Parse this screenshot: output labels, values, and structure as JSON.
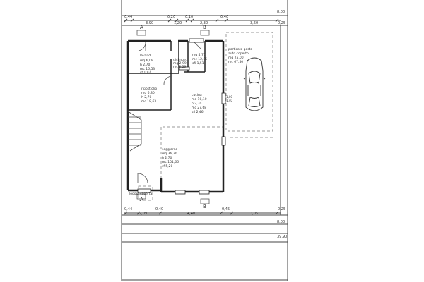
{
  "dims": {
    "top": {
      "a": "0,44",
      "b": "3,90",
      "c": "0,20",
      "d": "1,20",
      "e": "0,10",
      "f": "2,30",
      "g": "0,40",
      "h": "3,60",
      "i": "0,25",
      "end": "8,00"
    },
    "bottom": {
      "a": "0,44",
      "b": "2,09",
      "c": "0,40",
      "d": "4,40",
      "e": "0,45",
      "f": "3,05",
      "g": "0,25",
      "end": "8,00"
    },
    "bottom_total": "39,90"
  },
  "sections": {
    "a": "A",
    "b": "B"
  },
  "rooms": {
    "lavanderia": {
      "name": "lavand.",
      "l1": "mq  6,09",
      "l2": "h  2,70",
      "l3": "mc  16,53",
      "l4": "sf  1,92"
    },
    "ripostiglio": {
      "name": "ripostiglio",
      "l1": "mq  6,80",
      "l2": "h  2,70",
      "l3": "mc  18,63"
    },
    "disimpegno": {
      "name": "disimpe.",
      "l1": "mq  2,99",
      "l2": "mc  8,29"
    },
    "bagno": {
      "name": "mq  4,76",
      "l1": "mc  12,85",
      "l2": "sfi  1,51"
    },
    "cucina": {
      "name": "cucina",
      "l1": "mq  10,10",
      "l2": "h  2,70",
      "l3": "mc  27,68",
      "l4": "sfi  2,46"
    },
    "soggiorno": {
      "name": "soggiorno",
      "l1": "mq  36,30",
      "l2": "h  2,70",
      "l3": "mc  101,66",
      "l4": "sf  5,20"
    },
    "porticato": {
      "name": "porticato posto",
      "l1": "auto coperto",
      "l2": "mq  25,00",
      "l3": "mc  67,50"
    },
    "loggia": {
      "name": "loggia coperta"
    }
  },
  "window_label": "1,00",
  "window_label2": "1,40"
}
